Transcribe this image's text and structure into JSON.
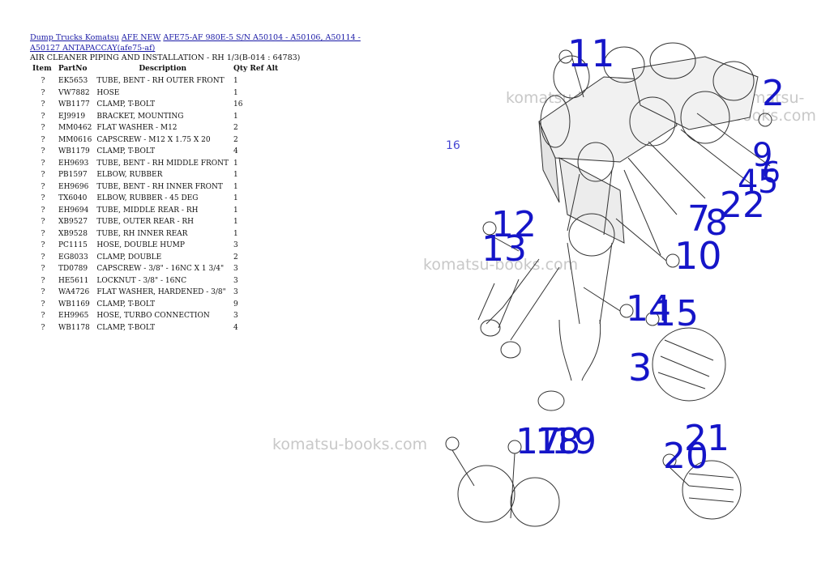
{
  "breadcrumb": {
    "links": [
      "Dump Trucks Komatsu",
      "AFE NEW",
      "AFE75-AF 980E-5 S/N A50104 - A50106, A50114 - A50127 ANTAPACCAY(afe75-af)"
    ]
  },
  "page_title": "AIR CLEANER PIPING AND INSTALLATION - RH 1/3(B-014 : 64783)",
  "table": {
    "headers": [
      "Item",
      "PartNo",
      "Description",
      "Qty",
      "Ref",
      "Alt"
    ],
    "rows": [
      [
        "?",
        "EK5653",
        "TUBE, BENT - RH OUTER FRONT",
        "1",
        "",
        ""
      ],
      [
        "?",
        "VW7882",
        "HOSE",
        "1",
        "",
        ""
      ],
      [
        "?",
        "WB1177",
        "CLAMP, T-BOLT",
        "16",
        "",
        ""
      ],
      [
        "?",
        "EJ9919",
        "BRACKET, MOUNTING",
        "1",
        "",
        ""
      ],
      [
        "?",
        "MM0462",
        "FLAT WASHER - M12",
        "2",
        "",
        ""
      ],
      [
        "?",
        "MM0616",
        "CAPSCREW - M12 X 1.75 X 20",
        "2",
        "",
        ""
      ],
      [
        "?",
        "WB1179",
        "CLAMP, T-BOLT",
        "4",
        "",
        ""
      ],
      [
        "?",
        "EH9693",
        "TUBE, BENT - RH MIDDLE FRONT",
        "1",
        "",
        ""
      ],
      [
        "?",
        "PB1597",
        "ELBOW, RUBBER",
        "1",
        "",
        ""
      ],
      [
        "?",
        "EH9696",
        "TUBE, BENT - RH INNER FRONT",
        "1",
        "",
        ""
      ],
      [
        "?",
        "TX6040",
        "ELBOW, RUBBER - 45 DEG",
        "1",
        "",
        ""
      ],
      [
        "?",
        "EH9694",
        "TUBE, MIDDLE REAR - RH",
        "1",
        "",
        ""
      ],
      [
        "?",
        "XB9527",
        "TUBE, OUTER REAR - RH",
        "1",
        "",
        ""
      ],
      [
        "?",
        "XB9528",
        "TUBE, RH INNER REAR",
        "1",
        "",
        ""
      ],
      [
        "?",
        "PC1115",
        "HOSE, DOUBLE HUMP",
        "3",
        "",
        ""
      ],
      [
        "?",
        "EG8033",
        "CLAMP, DOUBLE",
        "2",
        "",
        ""
      ],
      [
        "?",
        "TD0789",
        "CAPSCREW - 3/8\" - 16NC X 1 3/4\"",
        "3",
        "",
        ""
      ],
      [
        "?",
        "HE5611",
        "LOCKNUT - 3/8\" - 16NC",
        "3",
        "",
        ""
      ],
      [
        "?",
        "WA4726",
        "FLAT WASHER, HARDENED - 3/8\"",
        "3",
        "",
        ""
      ],
      [
        "?",
        "WB1169",
        "CLAMP, T-BOLT",
        "9",
        "",
        ""
      ],
      [
        "?",
        "EH9965",
        "HOSE, TURBO CONNECTION",
        "3",
        "",
        ""
      ],
      [
        "?",
        "WB1178",
        "CLAMP, T-BOLT",
        "4",
        "",
        ""
      ]
    ]
  },
  "watermark": "komatsu-books.com",
  "diagram": {
    "callouts": [
      "11",
      "2",
      "16",
      "9",
      "4",
      "5",
      "6",
      "22",
      "7",
      "8",
      "12",
      "13",
      "10",
      "14",
      "15",
      "3",
      "17",
      "18",
      "19",
      "20",
      "21"
    ]
  }
}
